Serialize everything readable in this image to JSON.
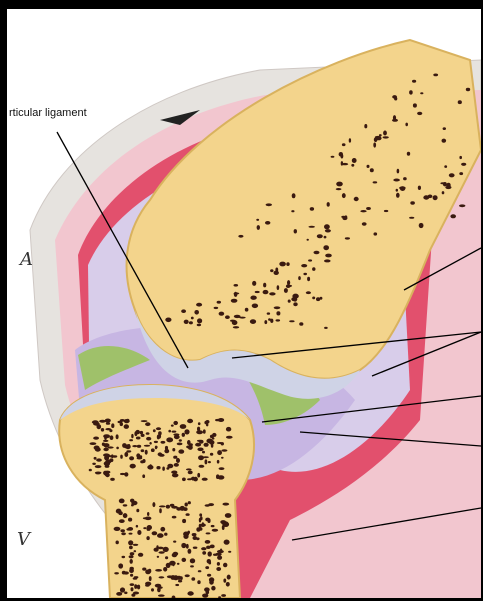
{
  "figure": {
    "label_ligament": "rticular ligament",
    "edge_mark_upper": "A",
    "edge_mark_lower": "V"
  },
  "colors": {
    "bone_marrow": "#f3d48c",
    "bone_pore": "#3a1a10",
    "cartilage": "#cfd3e6",
    "synovial_fluid": "#c7b6e3",
    "meniscus": "#9fc16a",
    "capsule_red": "#e2506d",
    "ligament_pink": "#f2c6cf",
    "tendon_grey": "#e2e0dc"
  }
}
